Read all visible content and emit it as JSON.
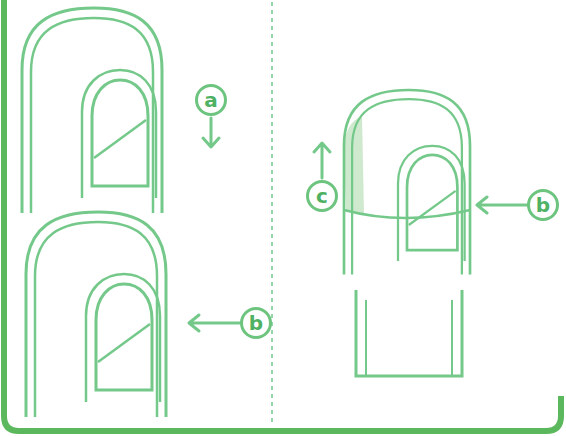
{
  "diagram": {
    "labels": [
      "a",
      "b",
      "b",
      "c"
    ]
  }
}
